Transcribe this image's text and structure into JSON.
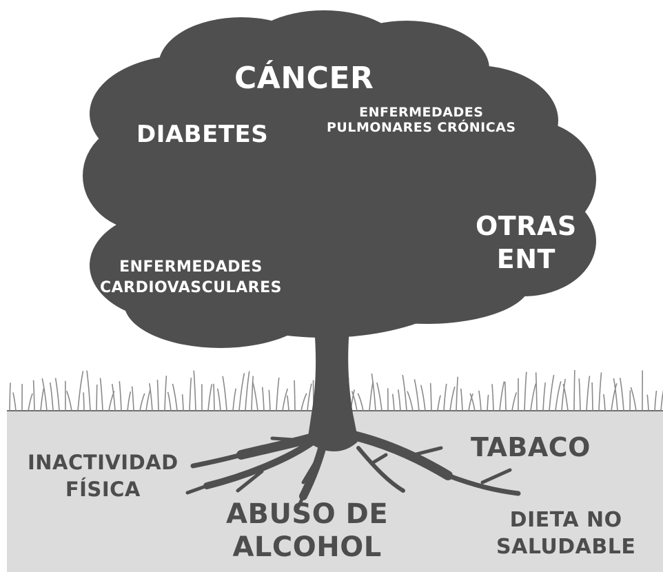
{
  "colors": {
    "tree": "#4f4f4f",
    "ground": "#dcdcdc",
    "grass": "#8a8a8a",
    "canopy_text": "#ffffff",
    "root_text": "#4d4d4d"
  },
  "diagram": {
    "canopy": {
      "cancer": "CÁNCER",
      "diabetes": "DIABETES",
      "pulmonary": {
        "line1": "ENFERMEDADES",
        "line2": "PULMONARES CRÓNICAS"
      },
      "other": {
        "line1": "OTRAS",
        "line2": "ENT"
      },
      "cardio": {
        "line1": "ENFERMEDADES",
        "line2": "CARDIOVASCULARES"
      }
    },
    "roots": {
      "inactivity": {
        "line1": "INACTIVIDAD",
        "line2": "FÍSICA"
      },
      "tobacco": "TABACO",
      "alcohol": {
        "line1": "ABUSO DE",
        "line2": "ALCOHOL"
      },
      "diet": {
        "line1": "DIETA NO",
        "line2": "SALUDABLE"
      }
    }
  }
}
